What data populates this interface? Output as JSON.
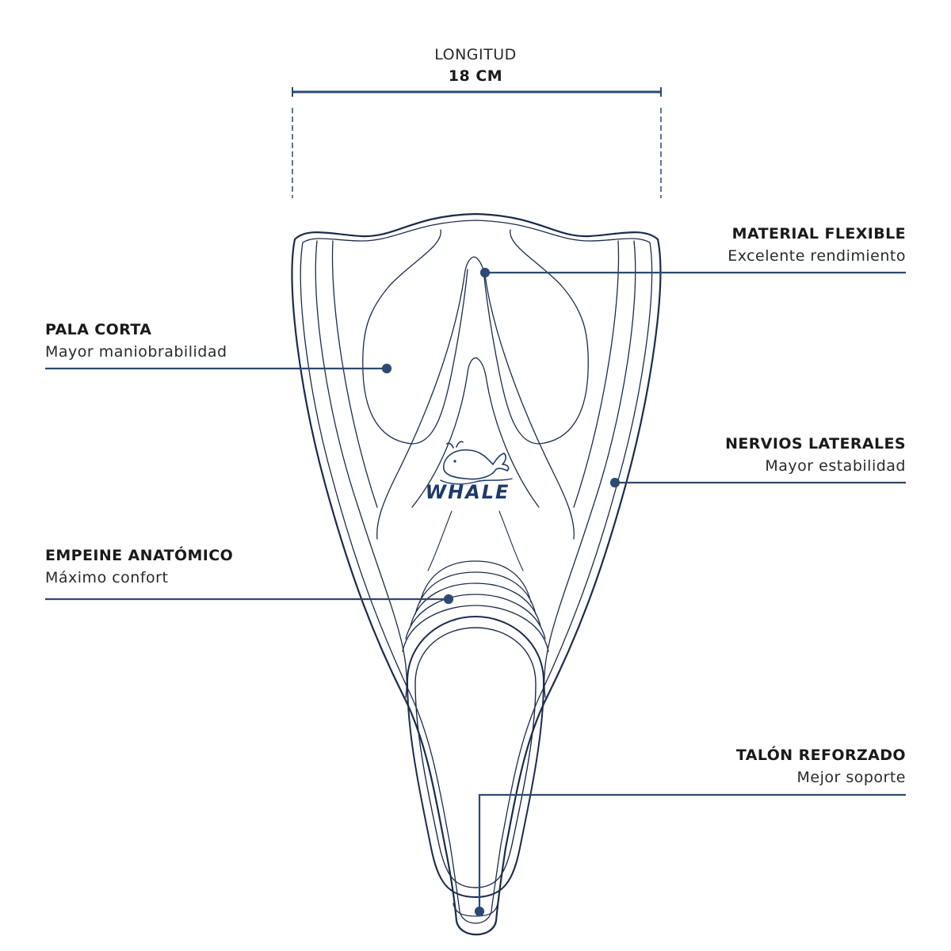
{
  "dimension": {
    "label": "LONGITUD",
    "value": "18 CM"
  },
  "brand": {
    "name": "WHALE",
    "logo_icon": "whale-icon"
  },
  "callouts": [
    {
      "id": "material",
      "side": "right",
      "title": "MATERIAL FLEXIBLE",
      "subtitle": "Excelente rendimiento"
    },
    {
      "id": "pala",
      "side": "left",
      "title": "PALA CORTA",
      "subtitle": "Mayor maniobrabilidad"
    },
    {
      "id": "nervios",
      "side": "right",
      "title": "NERVIOS LATERALES",
      "subtitle": "Mayor estabilidad"
    },
    {
      "id": "empeine",
      "side": "left",
      "title": "EMPEINE ANATÓMICO",
      "subtitle": "Máximo confort"
    },
    {
      "id": "talon",
      "side": "right",
      "title": "TALÓN REFORZADO",
      "subtitle": "Mejor soporte"
    }
  ],
  "colors": {
    "line": "#2c4a73",
    "outline": "#1c2c4c",
    "brand": "#1e3a6b"
  }
}
